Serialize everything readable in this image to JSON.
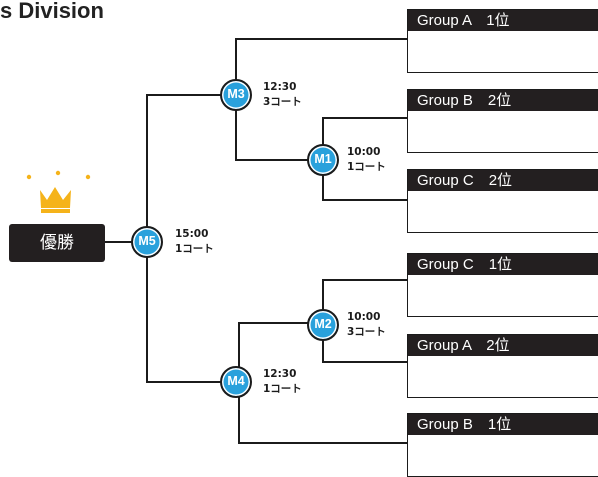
{
  "title": "s Division",
  "winner_label": "優勝",
  "slots": [
    {
      "label": "Group A　1位"
    },
    {
      "label": "Group B　2位"
    },
    {
      "label": "Group C　2位"
    },
    {
      "label": "Group C　1位"
    },
    {
      "label": "Group A　2位"
    },
    {
      "label": "Group B　1位"
    }
  ],
  "matches": [
    {
      "id": "M3",
      "time": "12:30",
      "court": "3コート"
    },
    {
      "id": "M1",
      "time": "10:00",
      "court": "1コート"
    },
    {
      "id": "M5",
      "time": "15:00",
      "court": "1コート"
    },
    {
      "id": "M2",
      "time": "10:00",
      "court": "3コート"
    },
    {
      "id": "M4",
      "time": "12:30",
      "court": "1コート"
    }
  ],
  "colors": {
    "match_circle": "#29a1dc",
    "crown": "#f5b31a",
    "dark": "#231f20"
  },
  "icons": {
    "crown": "crown-icon"
  }
}
